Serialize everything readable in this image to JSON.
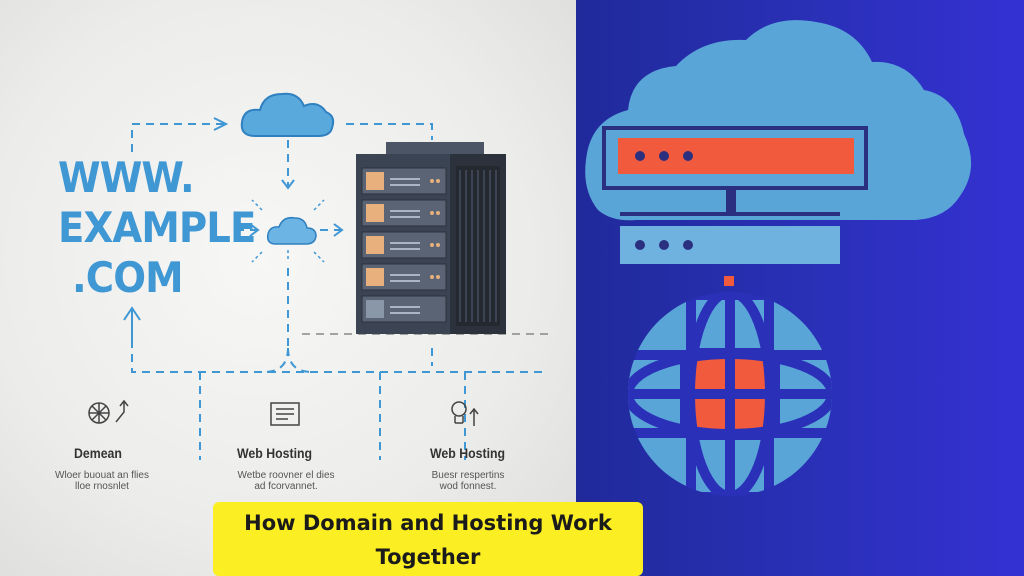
{
  "diagram": {
    "url_lines": [
      "WWW.",
      "EXAMPLE",
      ".COM"
    ],
    "columns": [
      {
        "title": "Demean",
        "desc_line1": "Wloer buouat an flies",
        "desc_line2": "lloe rnosnlet",
        "icon": "globe-arrow-icon"
      },
      {
        "title": "Web Hosting",
        "desc_line1": "Wetbe roovner el dies",
        "desc_line2": "ad fcorvannet.",
        "icon": "document-list-icon"
      },
      {
        "title": "Web Hosting",
        "desc_line1": "Buesr respertins",
        "desc_line2": "wod fonnest.",
        "icon": "lightbulb-arrow-icon"
      }
    ],
    "colors": {
      "blue": "#3f97d4",
      "navy": "#2a30b8",
      "orange": "#f15a3c",
      "yellow": "#fbee23"
    }
  },
  "caption": {
    "line1": "How Domain and Hosting Work",
    "line2": "Together"
  }
}
